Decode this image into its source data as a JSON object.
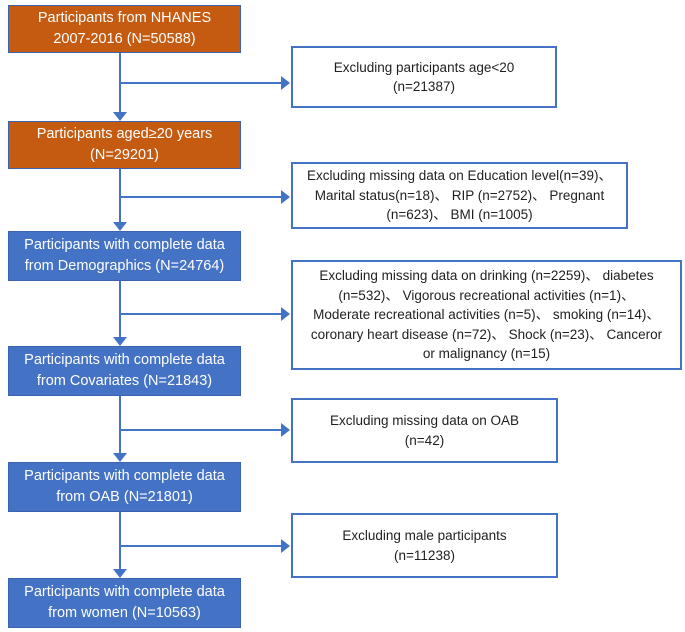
{
  "colors": {
    "orange": "#C55A11",
    "blue": "#4472C4",
    "arrow": "#4472C4",
    "text_on_fill": "#FFFFFF",
    "text_on_white": "#1F1F1F"
  },
  "flow_boxes": [
    {
      "id": "nhanes-source",
      "color": "orange",
      "lines": [
        "Participants from NHANES",
        "2007-2016 (N=50588)"
      ]
    },
    {
      "id": "aged-20",
      "color": "orange",
      "lines": [
        "Participants aged≥20 years",
        "(N=29201)"
      ]
    },
    {
      "id": "demographics",
      "color": "blue",
      "lines": [
        "Participants with complete data",
        "from Demographics (N=24764)"
      ]
    },
    {
      "id": "covariates",
      "color": "blue",
      "lines": [
        "Participants with complete data",
        "from Covariates (N=21843)"
      ]
    },
    {
      "id": "oab",
      "color": "blue",
      "lines": [
        "Participants with complete data",
        "from OAB (N=21801)"
      ]
    },
    {
      "id": "women",
      "color": "blue",
      "lines": [
        "Participants with complete data",
        "from women (N=10563)"
      ]
    }
  ],
  "exclusion_boxes": [
    {
      "id": "age-exclusion",
      "lines": [
        "Excluding participants age<20",
        "(n=21387)"
      ]
    },
    {
      "id": "demographics-exclusion",
      "lines": [
        "Excluding missing data on Education level(n=39)、",
        "Marital status(n=18)、 RIP (n=2752)、 Pregnant",
        "(n=623)、 BMI (n=1005)"
      ]
    },
    {
      "id": "covariates-exclusion",
      "lines": [
        "Excluding missing data on drinking (n=2259)、 diabetes",
        "(n=532)、 Vigorous recreational activities (n=1)、",
        "Moderate recreational activities (n=5)、 smoking (n=14)、",
        "coronary heart disease (n=72)、 Shock (n=23)、 Canceror",
        "or malignancy (n=15)"
      ]
    },
    {
      "id": "oab-exclusion",
      "lines": [
        "Excluding missing data on OAB",
        "(n=42)"
      ]
    },
    {
      "id": "male-exclusion",
      "lines": [
        "Excluding male participants",
        "(n=11238)"
      ]
    }
  ]
}
